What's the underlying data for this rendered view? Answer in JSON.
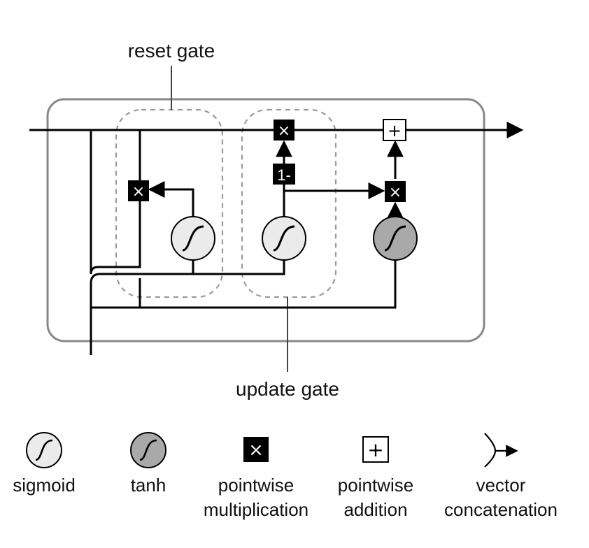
{
  "diagram": {
    "reset_gate_label": "reset gate",
    "update_gate_label": "update gate",
    "one_minus_label": "1-"
  },
  "legend": {
    "sigmoid": "sigmoid",
    "tanh": "tanh",
    "multiplication_line1": "pointwise",
    "multiplication_line2": "multiplication",
    "addition_line1": "pointwise",
    "addition_line2": "addition",
    "concatenation_line1": "vector",
    "concatenation_line2": "concatenation"
  },
  "colors": {
    "cell_border": "#888888",
    "line": "#000000",
    "dashed": "#9a9a9a",
    "sigmoid_fill": "#ebebeb",
    "tanh_fill": "#a9a9a9",
    "op_fill": "#000000"
  },
  "glyphs": {
    "multiply": "×",
    "add": "+"
  }
}
